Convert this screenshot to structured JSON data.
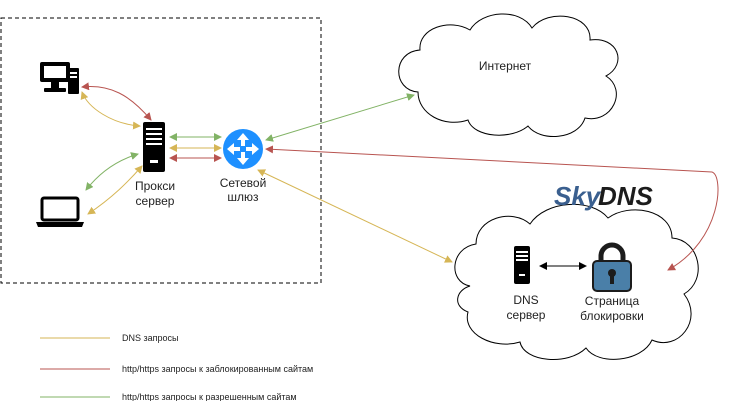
{
  "nodes": {
    "internet": "Интернет",
    "proxy": [
      "Прокси",
      "сервер"
    ],
    "gateway": [
      "Сетевой",
      "шлюз"
    ],
    "dns_server": [
      "DNS",
      "сервер"
    ],
    "block_page": [
      "Страница",
      "блокировки"
    ]
  },
  "logo": {
    "sky": "Sky",
    "dns": "DNS"
  },
  "legend": [
    {
      "label": "DNS запросы",
      "color": "#d6b656"
    },
    {
      "label": "http/https запросы к заблокированным сайтам",
      "color": "#b85450"
    },
    {
      "label": "http/https запросы к разрешенным сайтам",
      "color": "#82b366"
    }
  ],
  "colors": {
    "dns": "#d6b656",
    "blocked": "#b85450",
    "allowed": "#82b366",
    "gateway": "#1e90ff"
  }
}
